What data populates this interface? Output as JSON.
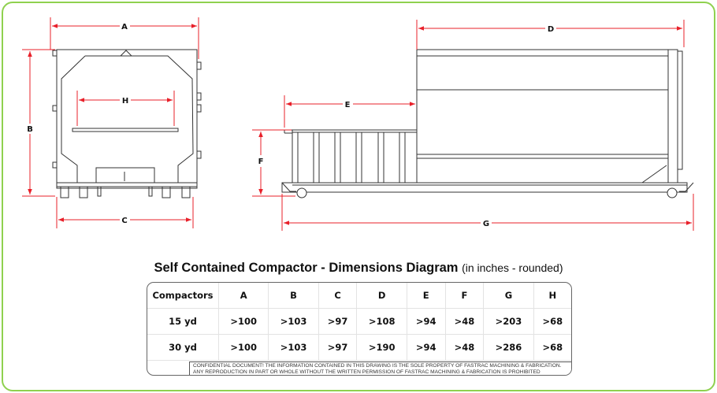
{
  "drawing": {
    "front_view_labels": {
      "A": "A",
      "B": "B",
      "C": "C",
      "H": "H"
    },
    "side_view_labels": {
      "D": "D",
      "E": "E",
      "F": "F",
      "G": "G"
    },
    "colors": {
      "dimension": "#e8202a",
      "frame": "#8fd14f",
      "line": "#333333"
    }
  },
  "title": {
    "main": "Self Contained Compactor - Dimensions Diagram",
    "sub": "(in inches - rounded)"
  },
  "table": {
    "headers": [
      "Compactors",
      "A",
      "B",
      "C",
      "D",
      "E",
      "F",
      "G",
      "H"
    ],
    "rows": [
      [
        "15 yd",
        ">100",
        ">103",
        ">97",
        ">108",
        ">94",
        ">48",
        ">203",
        ">68"
      ],
      [
        "30 yd",
        ">100",
        ">103",
        ">97",
        ">190",
        ">94",
        ">48",
        ">286",
        ">68"
      ]
    ],
    "confidential": "CONFIDENTIAL DOCUMENT! THE INFORMATION CONTAINED IN THIS DRAWING IS THE SOLE PROPERTY OF FASTRAC MACHINING & FABRICATION. ANY REPRODUCTION IN PART OR WHOLE WITHOUT THE WRITTEN PERMISSION OF FASTRAC MACHINING & FABRICATION IS PROHIBITED"
  }
}
